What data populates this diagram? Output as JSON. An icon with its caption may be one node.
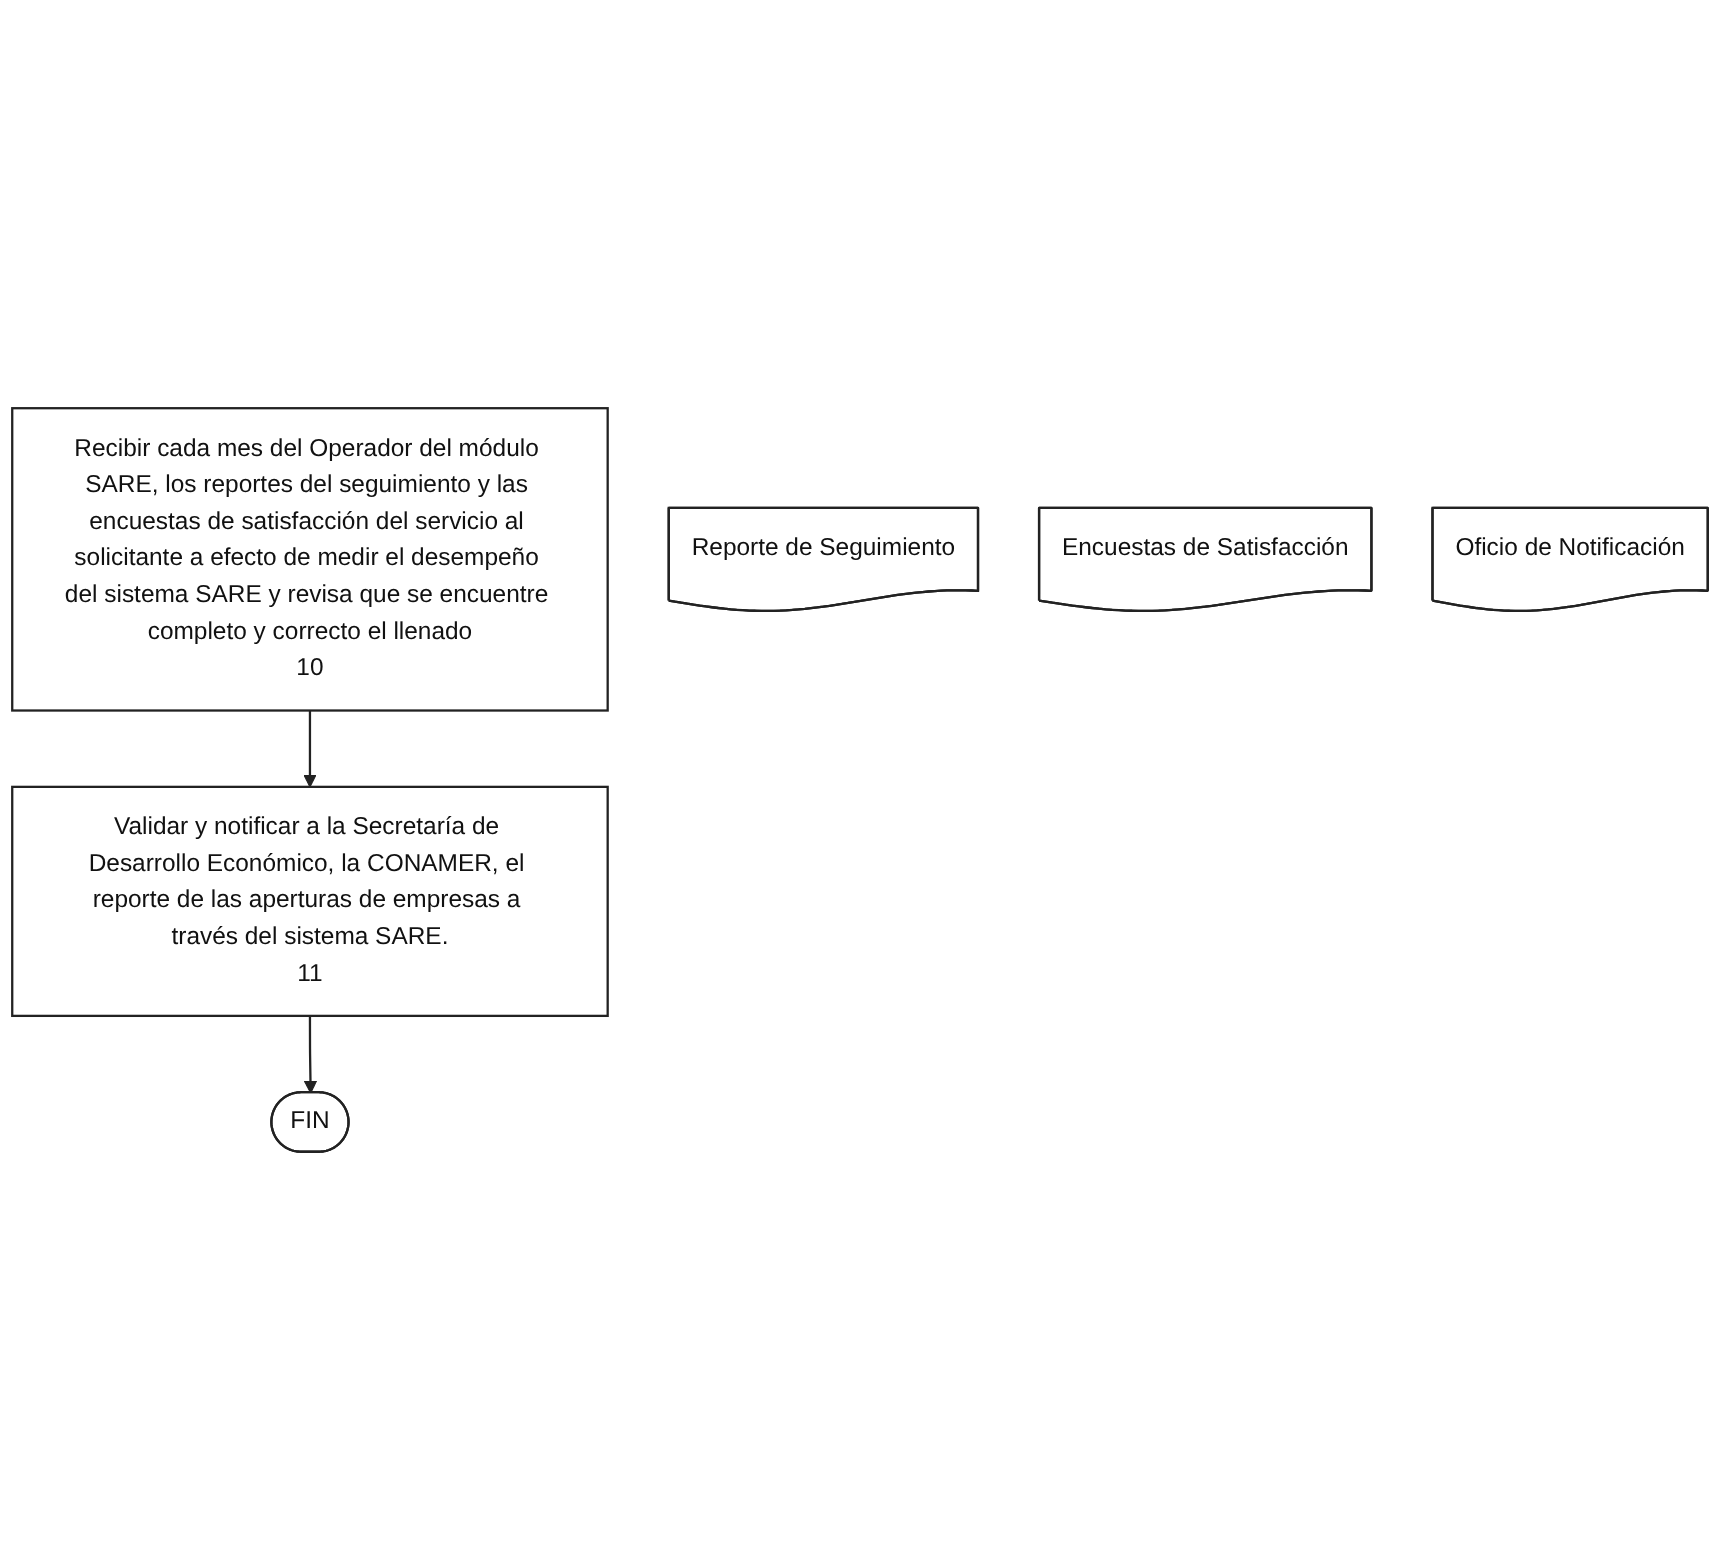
{
  "diagram": {
    "nodes": [
      {
        "text": [
          "Recibir cada mes del Operador del módulo SARE, los reportes del seguimiento y las encuestas de satisfacción del servicio al solicitante a efecto de medir el desempeño del sistema SARE y revisa que se encuentre completo y correcto el llenado",
          "10"
        ]
      },
      {
        "text": [
          "Reporte de Seguimiento"
        ]
      },
      {
        "text": [
          "Encuestas de Satisfacción"
        ]
      },
      {
        "text": [
          "Validar y notificar a la Secretaría de Desarrollo Económico, la CONAMER, el reporte de las aperturas de empresas a través del sistema SARE.",
          "11"
        ]
      },
      {
        "text": [
          "Oficio de Notificación"
        ]
      },
      {
        "text": [
          "FIN"
        ]
      }
    ],
    "edges": [
      {
        "from": 0,
        "to": 3,
        "arrow": "to"
      },
      {
        "from": 3,
        "to": 5,
        "arrow": "to"
      }
    ]
  }
}
